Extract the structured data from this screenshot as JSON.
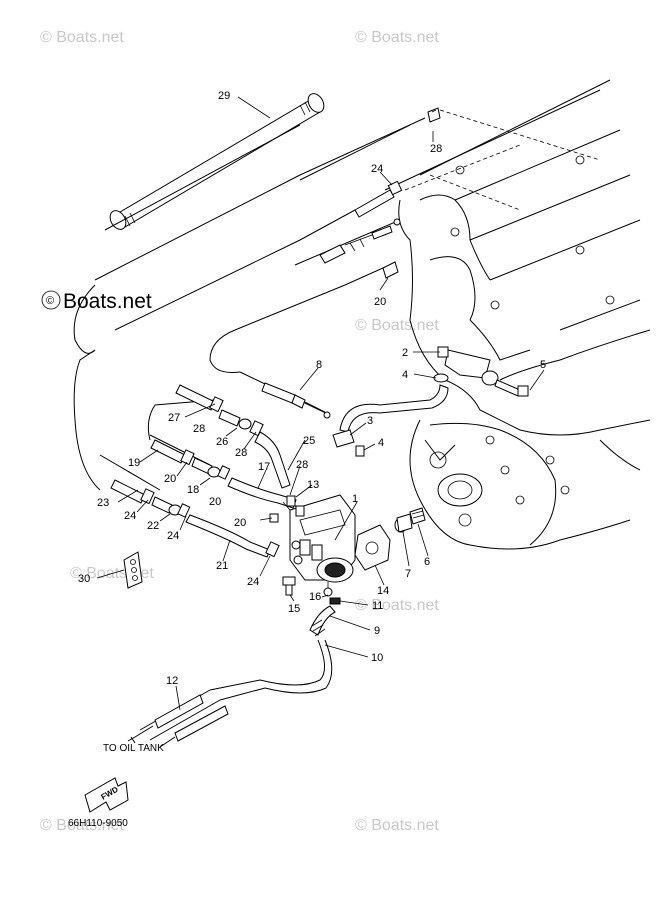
{
  "watermark": "© Boats.net",
  "watermark_copyright": "©",
  "watermark_brand": "Boats.net",
  "diagram_code": "66H110-9050",
  "oil_tank_label": "TO OIL TANK",
  "fwd_label": "FWD",
  "callouts": {
    "c1": "1",
    "c2": "2",
    "c3": "3",
    "c4a": "4",
    "c4b": "4",
    "c5": "5",
    "c6": "6",
    "c7": "7",
    "c8": "8",
    "c9": "9",
    "c10": "10",
    "c11": "11",
    "c12": "12",
    "c13": "13",
    "c14": "14",
    "c15": "15",
    "c16": "16",
    "c17": "17",
    "c18": "18",
    "c19": "19",
    "c20a": "20",
    "c20b": "20",
    "c20c": "20",
    "c20d": "20",
    "c21": "21",
    "c22": "22",
    "c23": "23",
    "c24a": "24",
    "c24b": "24",
    "c24c": "24",
    "c24d": "24",
    "c25": "25",
    "c26": "26",
    "c27": "27",
    "c28a": "28",
    "c28b": "28",
    "c28c": "28",
    "c28d": "28",
    "c29": "29",
    "c30": "30"
  },
  "colors": {
    "line": "#000000",
    "watermark": "#c8c8c8",
    "background": "#ffffff"
  }
}
